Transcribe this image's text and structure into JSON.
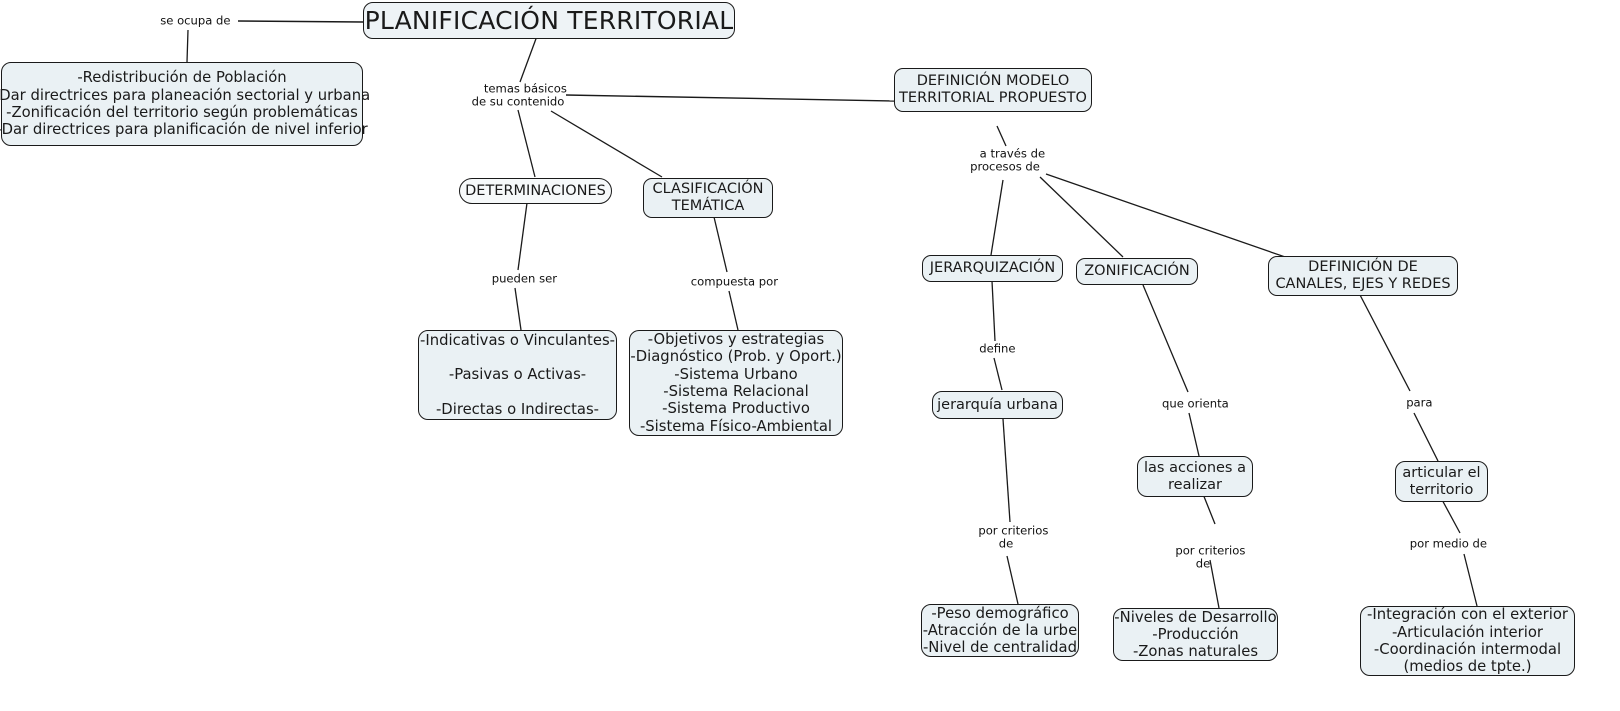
{
  "diagram": {
    "title": "PLANIFICACIÓN TERRITORIAL",
    "type": "concept-map",
    "language": "es",
    "colors": {
      "node_fill": "#eaf1f4",
      "node_border": "#1a1a1a",
      "edge": "#1a1a1a",
      "background": "#ffffff",
      "text": "#1a1a1a"
    }
  },
  "nodes": {
    "root": {
      "label": "PLANIFICACIÓN TERRITORIAL"
    },
    "funciones": {
      "label": "-Redistribución de Población\n-Dar directrices para planeación sectorial y urbana\n-Zonificación del territorio según problemáticas\n-Dar directrices para planificación de nivel inferior"
    },
    "determinaciones": {
      "label": "DETERMINACIONES"
    },
    "clasificacion": {
      "label": "CLASIFICACIÓN\nTEMÁTICA"
    },
    "determinaciones_tipos": {
      "label": "-Indicativas o Vinculantes-\n\n-Pasivas o Activas-\n\n-Directas o Indirectas-"
    },
    "clasificacion_items": {
      "label": "-Objetivos y estrategias\n-Diagnóstico (Prob. y Oport.)\n-Sistema Urbano\n-Sistema Relacional\n-Sistema Productivo\n-Sistema Físico-Ambiental"
    },
    "modelo": {
      "label": "DEFINICIÓN MODELO\nTERRITORIAL PROPUESTO"
    },
    "jerarquizacion": {
      "label": "JERARQUIZACIÓN"
    },
    "zonificacion": {
      "label": "ZONIFICACIÓN"
    },
    "canales": {
      "label": "DEFINICIÓN DE\nCANALES, EJES Y REDES"
    },
    "jerarquia_urbana": {
      "label": "jerarquía urbana"
    },
    "acciones": {
      "label": "las acciones a\nrealizar"
    },
    "articular": {
      "label": "articular el\nterritorio"
    },
    "criterios_jerarquia": {
      "label": "-Peso demográfico\n-Atracción de la urbe\n-Nivel de centralidad"
    },
    "criterios_zonificacion": {
      "label": "-Niveles de Desarrollo\n-Producción\n-Zonas naturales"
    },
    "medios_articulacion": {
      "label": "-Integración con el exterior\n-Articulación interior\n-Coordinación intermodal\n(medios de tpte.)"
    }
  },
  "link_labels": {
    "se_ocupa_de": "se ocupa de",
    "temas_basicos": "temas básicos\nde su contenido",
    "pueden_ser": "pueden ser",
    "compuesta_por": "compuesta por",
    "a_traves_de": "a través de\nprocesos de",
    "define": "define",
    "que_orienta": "que orienta",
    "para": "para",
    "por_criterios_de_1": "por criterios\nde",
    "por_criterios_de_2": "por criterios\nde",
    "por_medio_de": "por medio de"
  }
}
